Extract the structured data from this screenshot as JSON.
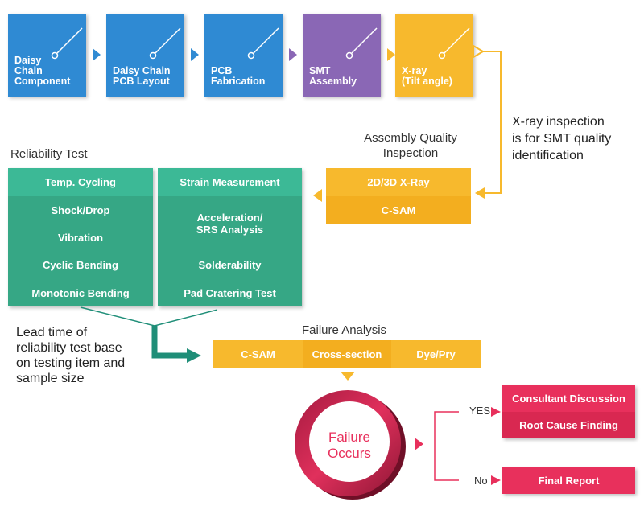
{
  "process": [
    {
      "label": "Daisy\nChain\nComponent",
      "color": "#2f8ad3"
    },
    {
      "label": "Daisy Chain\nPCB Layout",
      "color": "#2f8ad3"
    },
    {
      "label": "PCB\nFabrication",
      "color": "#2f8ad3"
    },
    {
      "label": "SMT\nAssembly",
      "color": "#8a67b5"
    },
    {
      "label": "X-ray\n(Tilt angle)",
      "color": "#f7b92d"
    }
  ],
  "xray_note": "X-ray inspection\nis for SMT quality\nidentification",
  "assembly_inspection": {
    "title": "Assembly Quality\nInspection",
    "items": [
      "2D/3D X-Ray",
      "C-SAM"
    ]
  },
  "reliability": {
    "title": "Reliability Test",
    "left_items": [
      "Temp. Cycling",
      "Shock/Drop",
      "Vibration",
      "Cyclic Bending",
      "Monotonic Bending"
    ],
    "right_items": [
      "Strain Measurement",
      "Acceleration/\nSRS Analysis",
      "Solderability",
      "Pad Cratering Test"
    ]
  },
  "lead_time_note": "Lead time of\nreliability test base\non testing item and\nsample size",
  "failure_analysis": {
    "title": "Failure Analysis",
    "items": [
      "C-SAM",
      "Cross-section",
      "Dye/Pry"
    ]
  },
  "failure_ring": "Failure\nOccurs",
  "branch": {
    "yes": "YES",
    "no": "No"
  },
  "outcomes_yes": [
    "Consultant Discussion",
    "Root Cause Finding"
  ],
  "outcome_no": "Final Report",
  "colors": {
    "blue": "#2f8ad3",
    "purple": "#8a67b5",
    "orange": "#f7b92d",
    "teal": "#3cb996",
    "pink": "#e8305c"
  }
}
